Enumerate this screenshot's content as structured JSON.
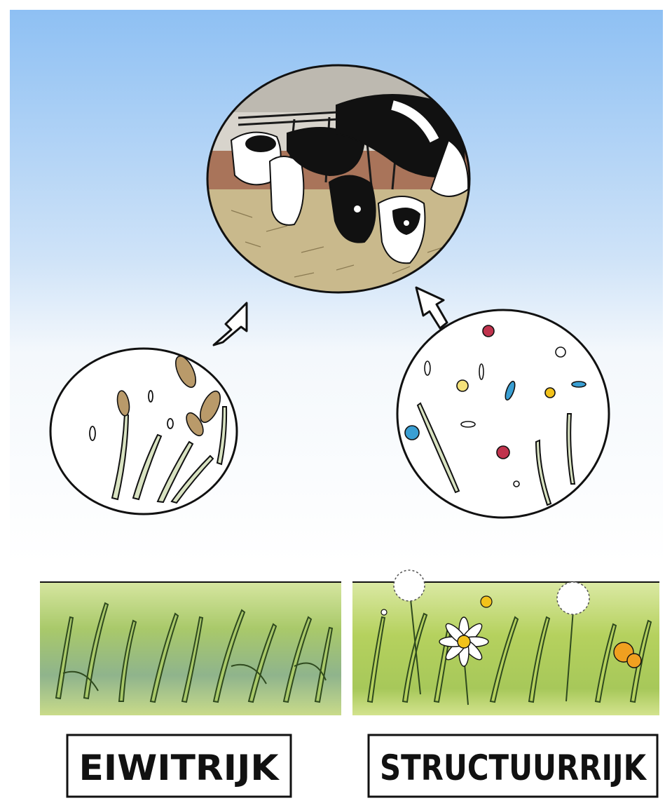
{
  "labels": {
    "left": "EIWITRIJK",
    "right": "STRUCTUURRIJK"
  },
  "colors": {
    "sky_top": "#8ec0f3",
    "sky_bottom": "#ffffff",
    "grass_dark": "#7aa23a",
    "grass_light": "#b9d36a",
    "grass_blue": "#8bb7a6",
    "hay": "#c9b98c",
    "outline": "#111111",
    "flower_red": "#c0334d",
    "flower_blue": "#3a9fd3",
    "flower_yellow": "#f2c21b",
    "flower_orange": "#f0a020"
  },
  "icons": [
    "cow-feeding-scene",
    "wheat-ear-icon",
    "flower-seeds-icon",
    "dandelion-icon",
    "daisy-icon",
    "up-arrow-icon"
  ]
}
